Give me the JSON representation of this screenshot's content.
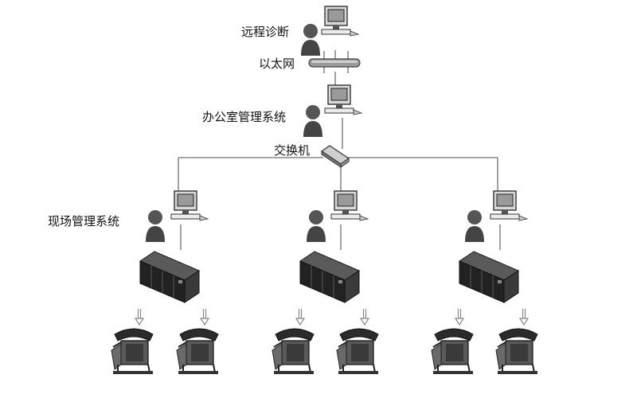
{
  "labels": {
    "remote_diagnosis": "远程诊断",
    "ethernet": "以太网",
    "office_system": "办公室管理系统",
    "switch": "交换机",
    "field_system": "现场管理系统"
  },
  "colors": {
    "line": "#8a8a8a",
    "cabinet": "#2a2a2a",
    "person": "#4a4a4a",
    "monitor": "#cfcfcf"
  },
  "icons": {
    "user": "person-icon",
    "computer": "workstation-icon",
    "network": "ethernet-bus-icon",
    "switch": "network-switch-icon",
    "cabinet": "control-cabinet-icon",
    "furnace": "induction-furnace-icon",
    "flow": "down-arrow-icon"
  },
  "field_stations": [
    {
      "id": "left",
      "show_label": true
    },
    {
      "id": "middle",
      "show_label": false
    },
    {
      "id": "right",
      "show_label": false
    }
  ]
}
